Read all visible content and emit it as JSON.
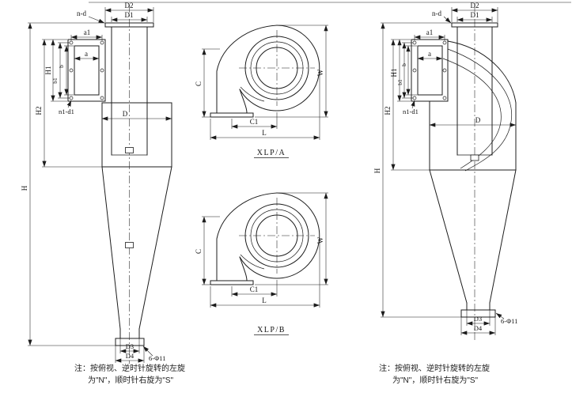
{
  "left_view": {
    "dims": {
      "n_d": "n-d",
      "d2": "D2",
      "d1": "D1",
      "a1": "a1",
      "h1": "H1",
      "a": "a",
      "b": "b",
      "b1": "b1",
      "h2": "H2",
      "n1_d1": "n1-d1",
      "d": "D",
      "h": "H",
      "d3": "D3",
      "d4": "D4",
      "bolts": "6-Φ11"
    },
    "note_line1": "注：按俯视、逆时针旋转的左旋",
    "note_line2": "为\"N\"，顺时针右旋为\"S\""
  },
  "volute_a": {
    "caption": "XLP/A",
    "dims": {
      "c": "C",
      "c1": "C1",
      "l": "L",
      "w": "W"
    }
  },
  "volute_b": {
    "caption": "XLP/B",
    "dims": {
      "c": "C",
      "c1": "C1",
      "l": "L",
      "w": "W"
    }
  },
  "right_view": {
    "dims": {
      "n_d": "n-d",
      "d2": "D2",
      "d1": "D1",
      "a1": "a1",
      "h1": "H1",
      "a": "a",
      "b": "b",
      "b1": "b1",
      "h2": "H2",
      "n1_d1": "n1-d1",
      "d": "D",
      "h": "H",
      "d3": "D3",
      "d4": "D4",
      "bolts": "6-Φ11"
    },
    "note_line1": "注：按俯视、逆时针旋转的左旋",
    "note_line2": "为\"N\"，顺时针右旋为\"S\""
  },
  "colors": {
    "line": "#1c1c1c",
    "background": "#ffffff"
  }
}
